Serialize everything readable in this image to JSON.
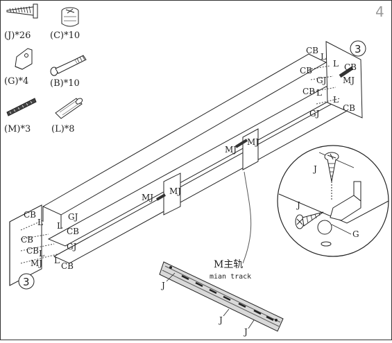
{
  "step_number": "4",
  "parts": [
    {
      "label": "(J)*26",
      "icon": "screw-icon"
    },
    {
      "label": "(C)*10",
      "icon": "cam-lock-icon"
    },
    {
      "label": "(G)*4",
      "icon": "l-bracket-icon"
    },
    {
      "label": "(B)*10",
      "icon": "cam-bolt-icon"
    },
    {
      "label": "(M)*3",
      "icon": "rail-strip-icon"
    },
    {
      "label": "(L)*8",
      "icon": "dowel-icon"
    }
  ],
  "callouts": {
    "cb": "CB",
    "l": "L",
    "gj": "GJ",
    "mj": "MJ",
    "j": "J",
    "g": "G",
    "panel_badge": "3"
  },
  "track": {
    "title": "M主轨",
    "subtitle": "mian track",
    "screw_label": "J"
  }
}
